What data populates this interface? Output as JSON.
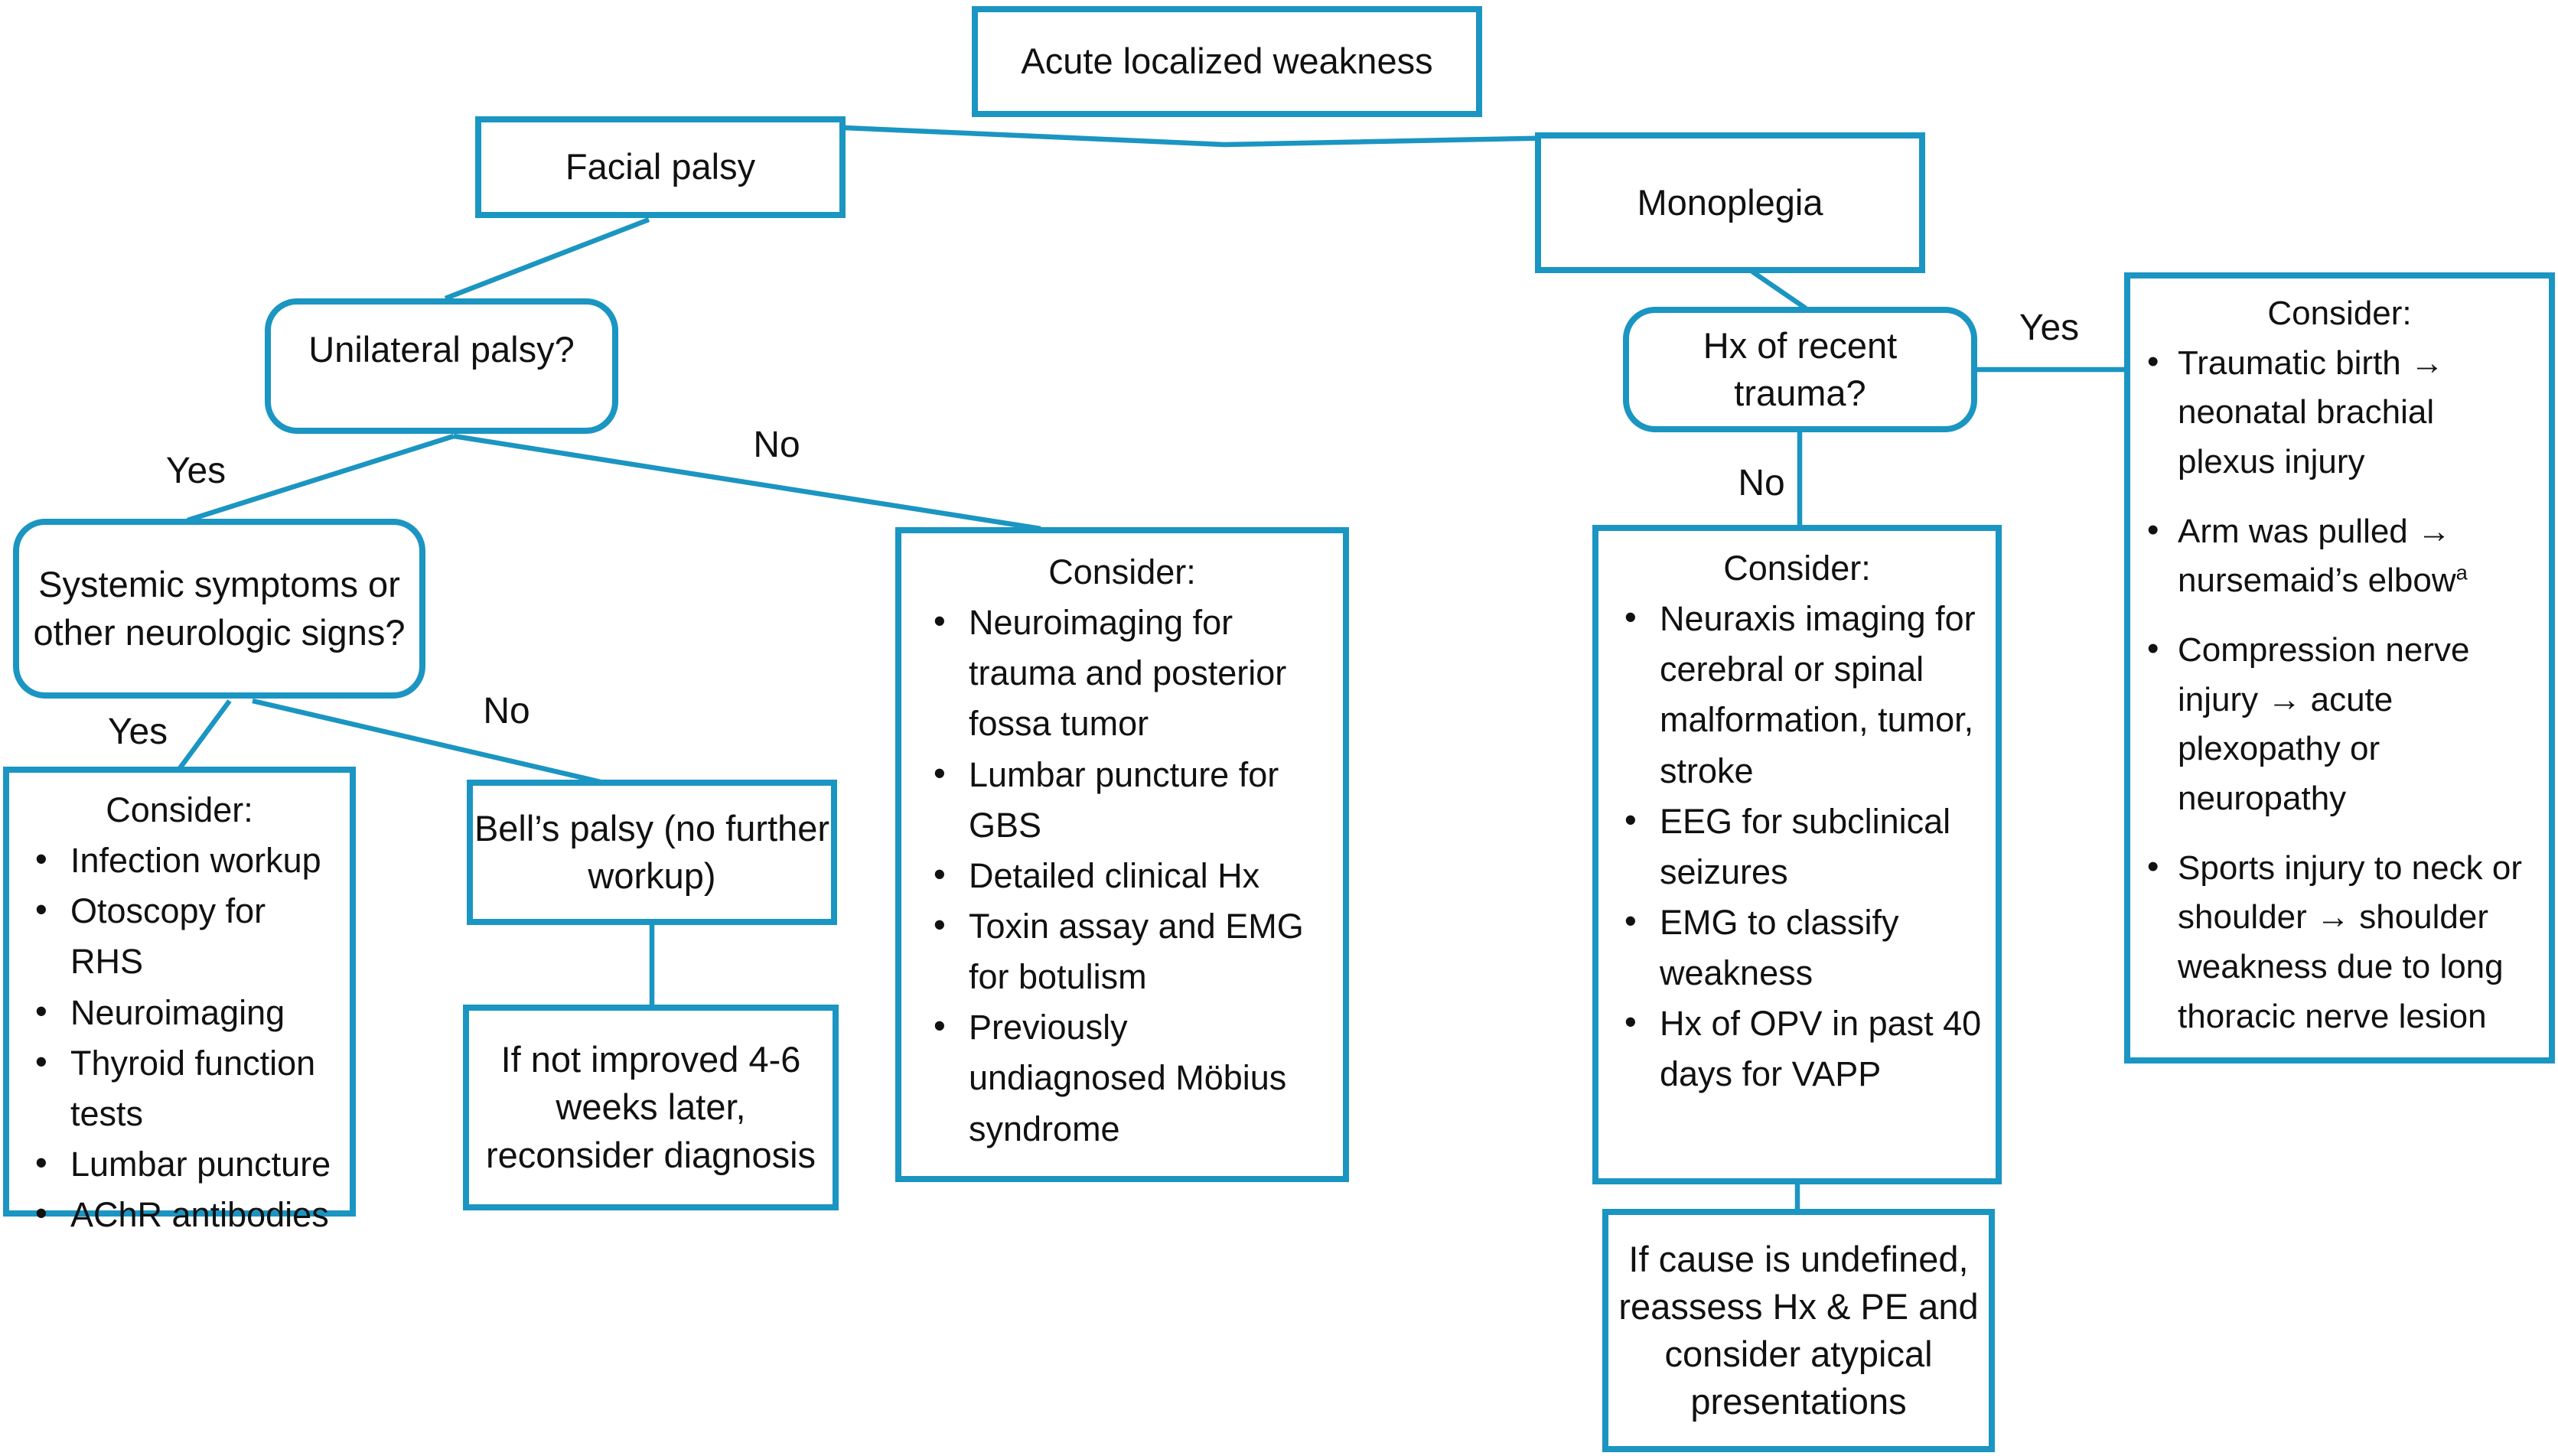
{
  "colors": {
    "accent": "#1b95c2",
    "text": "#111111",
    "background": "#ffffff"
  },
  "nodes": {
    "acute": {
      "label": "Acute localized weakness"
    },
    "facial": {
      "label": "Facial palsy"
    },
    "monoplegia": {
      "label": "Monoplegia"
    },
    "unilateral": {
      "label": "Unilateral palsy?"
    },
    "systemic": {
      "label": "Systemic symptoms or other neurologic signs?"
    },
    "hx_trauma": {
      "label": "Hx of recent trauma?"
    },
    "bells": {
      "label": "Bell’s palsy (no further workup)"
    },
    "if_not_improved": {
      "label": "If not improved 4-6 weeks later, reconsider diagnosis"
    },
    "if_cause_undefined": {
      "label": "If cause is undefined, reassess Hx & PE and consider atypical presentations"
    },
    "consider_systemic_yes": {
      "heading": "Consider:",
      "items": [
        {
          "text": "Infection workup"
        },
        {
          "text": "Otoscopy for RHS"
        },
        {
          "text": "Neuroimaging"
        },
        {
          "text": "Thyroid function tests"
        },
        {
          "text": "Lumbar puncture"
        },
        {
          "text": "AChR antibodies"
        }
      ]
    },
    "consider_bilateral_palsy": {
      "heading": "Consider:",
      "items": [
        {
          "text": "Neuroimaging for trauma and posterior fossa tumor"
        },
        {
          "text": "Lumbar puncture for GBS"
        },
        {
          "text": "Detailed clinical Hx"
        },
        {
          "text": "Toxin assay and EMG for botulism"
        },
        {
          "text": "Previously undiagnosed Möbius syndrome"
        }
      ]
    },
    "consider_no_trauma": {
      "heading": "Consider:",
      "items": [
        {
          "text": "Neuraxis imaging for cerebral or spinal malformation, tumor, stroke"
        },
        {
          "text": "EEG for subclinical seizures"
        },
        {
          "text": "EMG to classify weakness"
        },
        {
          "text": "Hx of OPV in past 40 days for VAPP"
        }
      ]
    },
    "consider_trauma_yes": {
      "heading": "Consider:",
      "items": [
        {
          "text": "Traumatic birth → neonatal brachial plexus injury"
        },
        {
          "text": "Arm was pulled → nursemaid’s elbow",
          "sup": "a"
        },
        {
          "text": "Compression nerve injury → acute plexopathy or neuropathy"
        },
        {
          "text": "Sports injury to neck or shoulder → shoulder weakness due to long thoracic nerve lesion"
        }
      ]
    }
  },
  "edge_labels": {
    "unilateral_yes": "Yes",
    "unilateral_no": "No",
    "systemic_yes": "Yes",
    "systemic_no": "No",
    "trauma_yes": "Yes",
    "trauma_no": "No"
  }
}
